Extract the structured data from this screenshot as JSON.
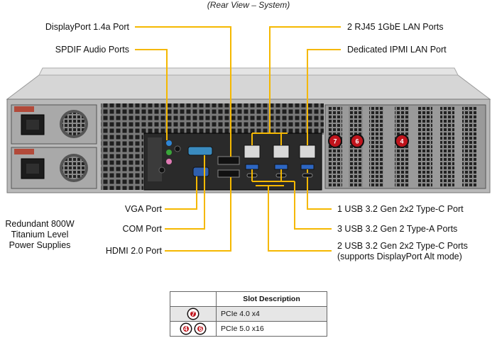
{
  "title": "(Rear View – System)",
  "callouts": {
    "displayport": "DisplayPort 1.4a Port",
    "spdif": "SPDIF Audio Ports",
    "rj45": "2 RJ45 1GbE LAN Ports",
    "ipmi": "Dedicated IPMI LAN Port",
    "psu_line1": "Redundant 800W",
    "psu_line2": "Titanium Level",
    "psu_line3": "Power Supplies",
    "vga": "VGA Port",
    "com": "COM Port",
    "hdmi": "HDMI 2.0 Port",
    "usb_c_1": "1 USB 3.2 Gen 2x2 Type-C Port",
    "usb_a_3": "3 USB 3.2 Gen 2 Type-A Ports",
    "usb_c_2_line1": "2 USB 3.2 Gen 2x2 Type-C Ports",
    "usb_c_2_line2": "(supports DisplayPort Alt mode)"
  },
  "slot_badges": [
    "7",
    "6",
    "4"
  ],
  "table": {
    "header": "Slot Description",
    "rows": [
      {
        "slots": [
          "7"
        ],
        "description": "PCIe 4.0 x4"
      },
      {
        "slots": [
          "4",
          "6"
        ],
        "description": "PCIe 5.0 x16"
      }
    ]
  },
  "colors": {
    "leader_line": "#f5b800",
    "badge_red": "#c0141c",
    "chassis": "#c8c8c8"
  }
}
